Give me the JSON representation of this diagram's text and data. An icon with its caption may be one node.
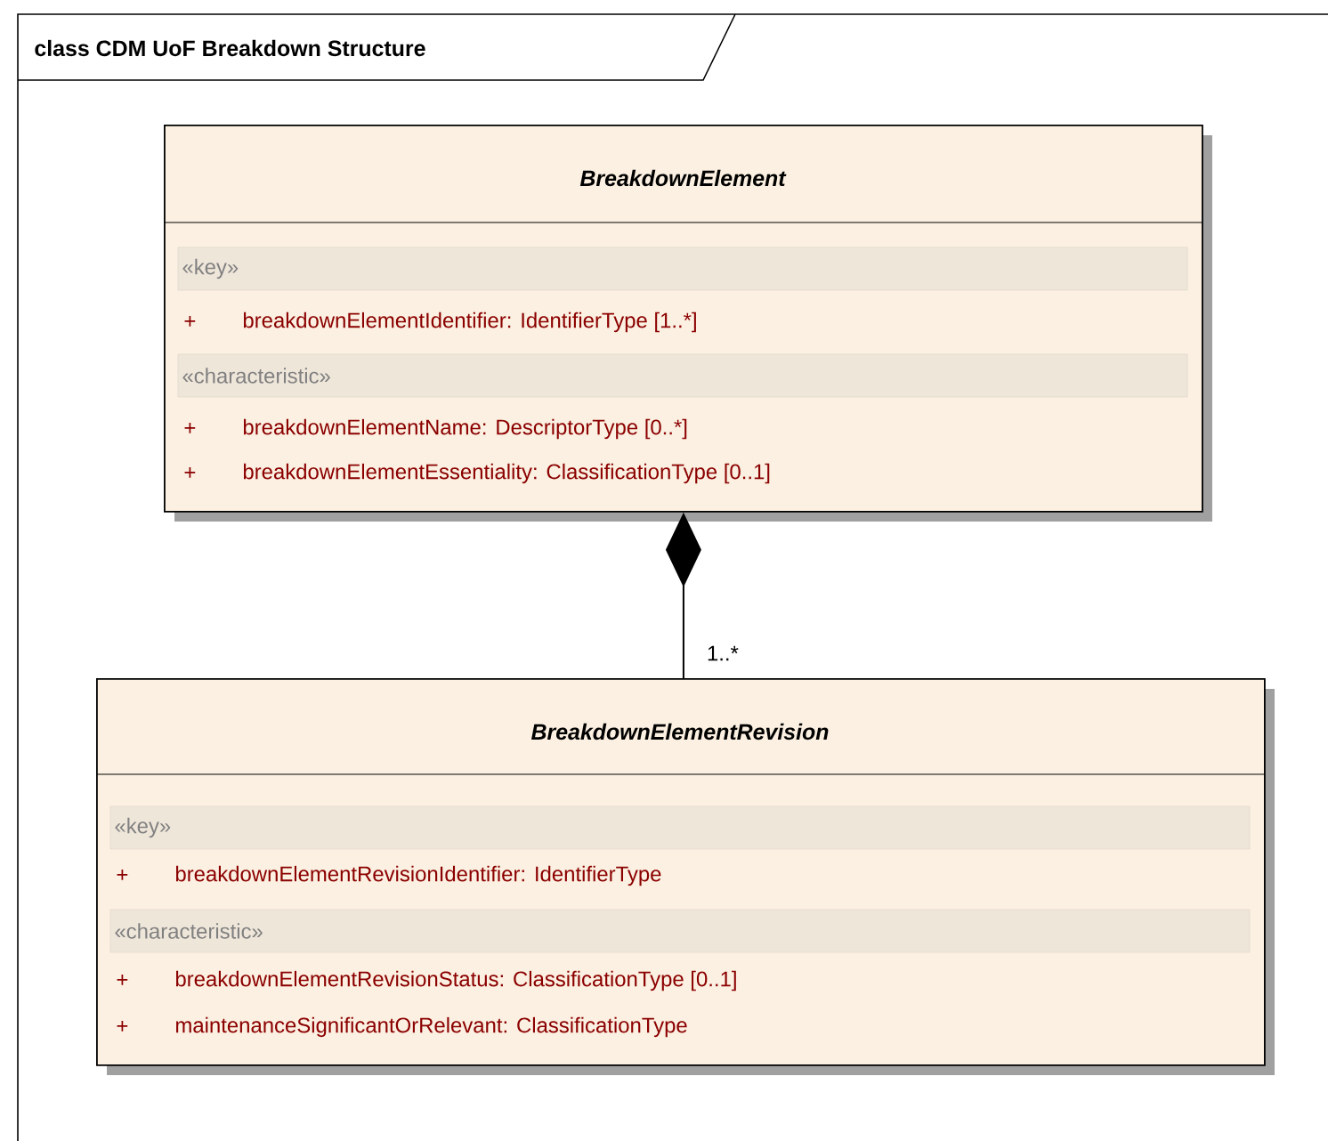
{
  "diagram": {
    "title": "class CDM UoF Breakdown Structure",
    "nodes": [
      {
        "text": [
          "BreakdownElement",
          "«key»",
          "+",
          "breakdownElementIdentifier: IdentifierType [1..*]",
          "«characteristic»",
          "+",
          "breakdownElementName: DescriptorType [0..*]",
          "+",
          "breakdownElementEssentiality: ClassificationType [0..1]"
        ]
      },
      {
        "text": [
          "BreakdownElementRevision",
          "«key»",
          "+",
          "breakdownElementRevisionIdentifier: IdentifierType",
          "«characteristic»",
          "+",
          "breakdownElementRevisionStatus: ClassificationType [0..1]",
          "+",
          "maintenanceSignificantOrRelevant: ClassificationType"
        ]
      }
    ],
    "edges": [
      {
        "from": 1,
        "to": 0,
        "arrow": "other",
        "label": "1..*"
      }
    ]
  }
}
